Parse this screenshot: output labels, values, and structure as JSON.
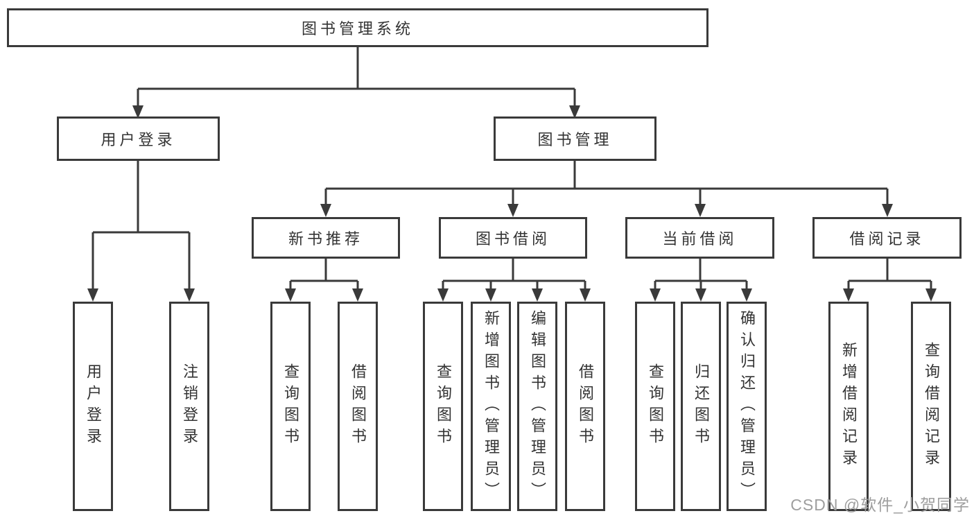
{
  "diagram": {
    "root": {
      "label": "图书管理系统"
    },
    "branches": [
      {
        "label": "用户登录",
        "children": [
          {
            "label": "用户登录"
          },
          {
            "label": "注销登录"
          }
        ]
      },
      {
        "label": "图书管理",
        "children": [
          {
            "label": "新书推荐",
            "children": [
              {
                "label": "查询图书"
              },
              {
                "label": "借阅图书"
              }
            ]
          },
          {
            "label": "图书借阅",
            "children": [
              {
                "label": "查询图书"
              },
              {
                "label": "新增图书（管理员）"
              },
              {
                "label": "编辑图书（管理员）"
              },
              {
                "label": "借阅图书"
              }
            ]
          },
          {
            "label": "当前借阅",
            "children": [
              {
                "label": "查询图书"
              },
              {
                "label": "归还图书"
              },
              {
                "label": "确认归还（管理员）"
              }
            ]
          },
          {
            "label": "借阅记录",
            "children": [
              {
                "label": "新增借阅记录"
              },
              {
                "label": "查询借阅记录"
              }
            ]
          }
        ]
      }
    ]
  },
  "watermark": {
    "text": "CSDN @软件_小贺同学"
  },
  "colors": {
    "line": "#3a3a3a",
    "text": "#333333",
    "background": "#ffffff",
    "watermark": "#9e9e9e"
  }
}
